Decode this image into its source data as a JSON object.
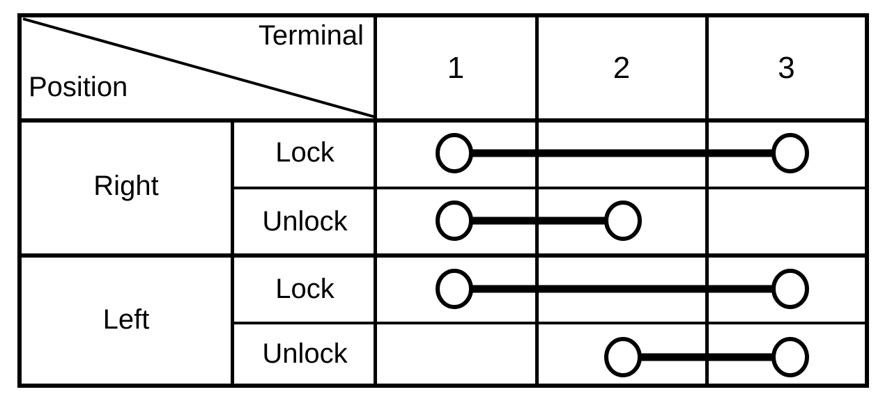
{
  "table": {
    "corner": {
      "column_header_label": "Terminal",
      "row_header_label": "Position"
    },
    "terminal_columns": [
      "1",
      "2",
      "3"
    ],
    "groups": [
      {
        "position": "Right",
        "rows": [
          {
            "state": "Lock",
            "connected_terminals": [
              "1",
              "3"
            ]
          },
          {
            "state": "Unlock",
            "connected_terminals": [
              "1",
              "2"
            ]
          }
        ]
      },
      {
        "position": "Left",
        "rows": [
          {
            "state": "Lock",
            "connected_terminals": [
              "1",
              "3"
            ]
          },
          {
            "state": "Unlock",
            "connected_terminals": [
              "2",
              "3"
            ]
          }
        ]
      }
    ],
    "colors": {
      "line": "#000000",
      "background": "#ffffff",
      "text": "#000000"
    }
  }
}
